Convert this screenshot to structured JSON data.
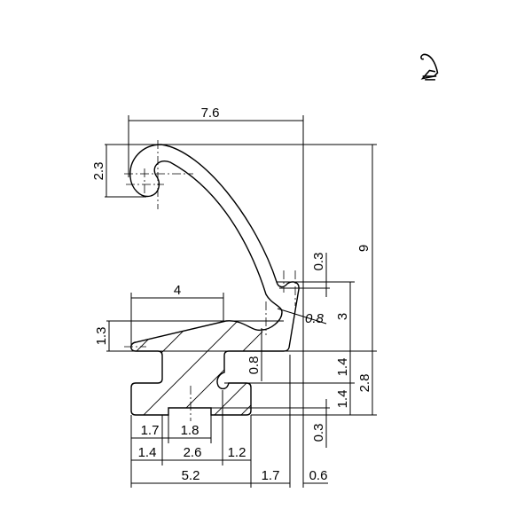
{
  "drawing": {
    "title": "Seal profile cross-section",
    "thumbnail_icon": "profile-thumbnail-icon",
    "dimensions": {
      "overall_width": "7.6",
      "hook_height": "2.3",
      "overall_height": "9",
      "tip_offset": "0.3",
      "tip_height": "3",
      "radius": "0.8",
      "slope_length": "4",
      "slope_height": "1.3",
      "bump_height": "0.8",
      "upper_base": "1.4",
      "lower_base": "1.4",
      "base_height": "2.8",
      "step_depth": "0.3",
      "left_step": "1.7",
      "recess_width": "1.8",
      "left_flange": "1.4",
      "neck_width": "2.6",
      "right_flange": "1.2",
      "base_width": "5.2",
      "right_gap": "1.7",
      "right_offset": "0.6"
    }
  }
}
